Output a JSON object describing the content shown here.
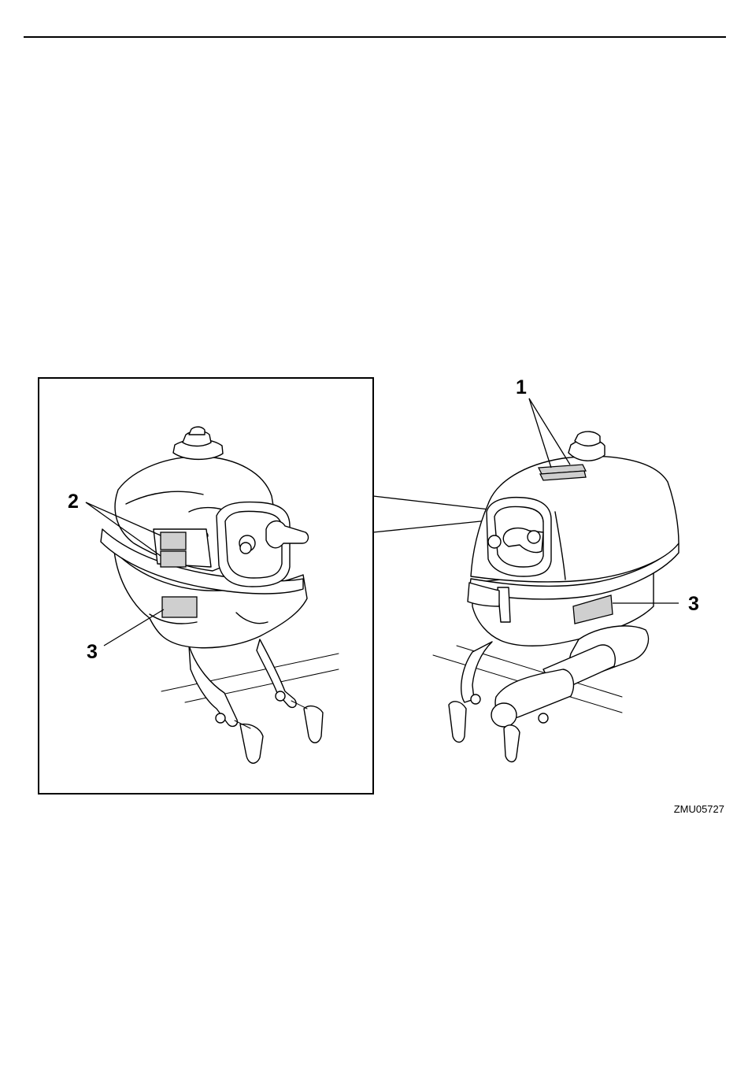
{
  "figure": {
    "code": "ZMU05727",
    "callouts": {
      "c1": "1",
      "c2": "2",
      "c3_left": "3",
      "c3_right": "3"
    },
    "label_fill_color": "#cfcfcf"
  }
}
